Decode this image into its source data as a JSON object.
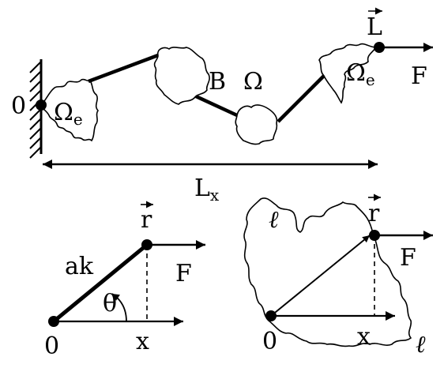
{
  "colors": {
    "ink": "#000000",
    "background": "#ffffff"
  },
  "top": {
    "origin": "0",
    "omega_e_left": "Ω",
    "omega_e_left_sub": "e",
    "bond_label": "B",
    "omega": "Ω",
    "omega_e_right": "Ω",
    "omega_e_right_sub": "e",
    "end_vector": "L",
    "force": "F",
    "span": "L",
    "span_sub": "x"
  },
  "bottom_left": {
    "segment": "ak",
    "endpoint": "r",
    "force": "F",
    "angle": "θ",
    "origin": "0",
    "axis": "x"
  },
  "bottom_right": {
    "endpoint": "r",
    "force": "F",
    "origin": "0",
    "axis": "x",
    "contour_top": "ℓ",
    "contour_bottom": "ℓ"
  }
}
